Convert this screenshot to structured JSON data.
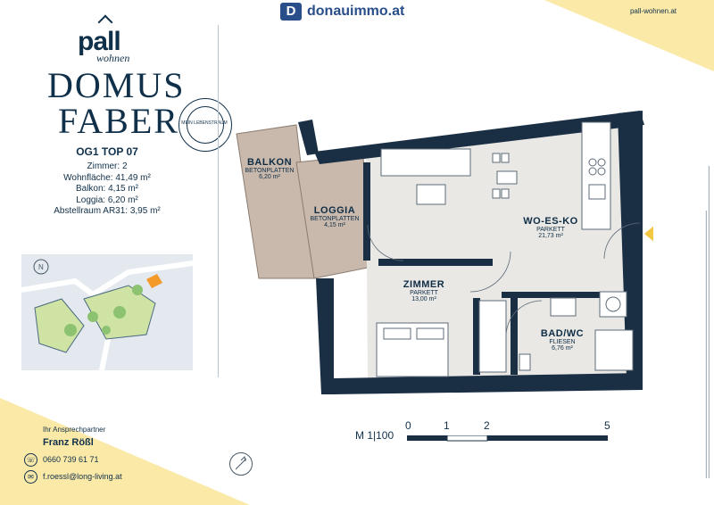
{
  "brand": {
    "name": "pall",
    "subline": "wohnen"
  },
  "project": {
    "line1": "DOMUS",
    "line2": "FABER",
    "seal_text": "MEIN LEBENSTRAUM"
  },
  "unit": {
    "title": "OG1 TOP 07",
    "rooms": "Zimmer: 2",
    "living_area": "Wohnfläche: 41,49 m²",
    "balcony": "Balkon: 4,15 m²",
    "loggia": "Loggia: 6,20 m²",
    "storage": "Abstellraum AR31: 3,95 m²"
  },
  "contact": {
    "label": "Ihr Ansprechpartner",
    "name": "Franz Rößl",
    "phone": "0660 739 61 71",
    "email": "f.roessl@long-living.at"
  },
  "header": {
    "logo_mark": "D",
    "logo_text": "donauimmo.at",
    "url": "pall-wohnen.at"
  },
  "plan": {
    "rooms": [
      {
        "name": "BALKON",
        "floor": "BETONPLATTEN",
        "area": "6,20 m²"
      },
      {
        "name": "LOGGIA",
        "floor": "BETONPLATTEN",
        "area": "4,15 m²"
      },
      {
        "name": "WO-ES-KO",
        "floor": "PARKETT",
        "area": "21,73 m²"
      },
      {
        "name": "ZIMMER",
        "floor": "PARKETT",
        "area": "13,00 m²"
      },
      {
        "name": "BAD/WC",
        "floor": "FLIESEN",
        "area": "6,76 m²"
      }
    ]
  },
  "scale": {
    "label": "M 1|100",
    "ticks": [
      "0",
      "1",
      "2",
      "5"
    ]
  },
  "colors": {
    "navy": "#10304a",
    "wall": "#1b2f44",
    "accent_yellow": "#fbe9a8",
    "entry_marker": "#f2c744"
  }
}
